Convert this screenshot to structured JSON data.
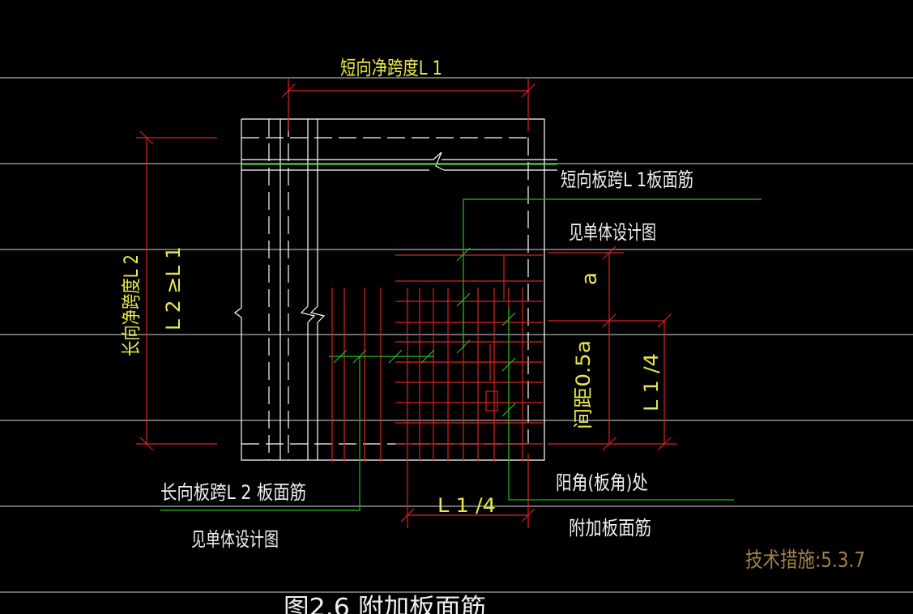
{
  "drawing": {
    "short_span_label": "短向净跨度L 1",
    "long_span_label": "长向净跨度L 2",
    "ratio_label": "L 2 ≥L 1",
    "short_rebar_label": "短向板跨L 1板面筋",
    "see_design_1": "见单体设计图",
    "a_label": "a",
    "spacing_label": "间距0.5a",
    "quarter_label_v": "L 1 /4",
    "quarter_label_h": "L 1 /4",
    "corner_label": "阳角(板角)处",
    "extra_rebar_label": "附加板面筋",
    "long_rebar_label": "长向板跨L 2  板面筋",
    "see_design_2": "见单体设计图",
    "tech_ref": "技术措施:5.3.7",
    "figure_caption": "图2.6  附加板面筋"
  },
  "colors": {
    "background": "#000000",
    "outline": "#ffffff",
    "dimension": "#e02020",
    "leader": "#20c020",
    "rebar": "#e02020",
    "text_yellow": "#e8e84a",
    "text_white": "#f0f0f0",
    "text_brown": "#a0804a"
  }
}
